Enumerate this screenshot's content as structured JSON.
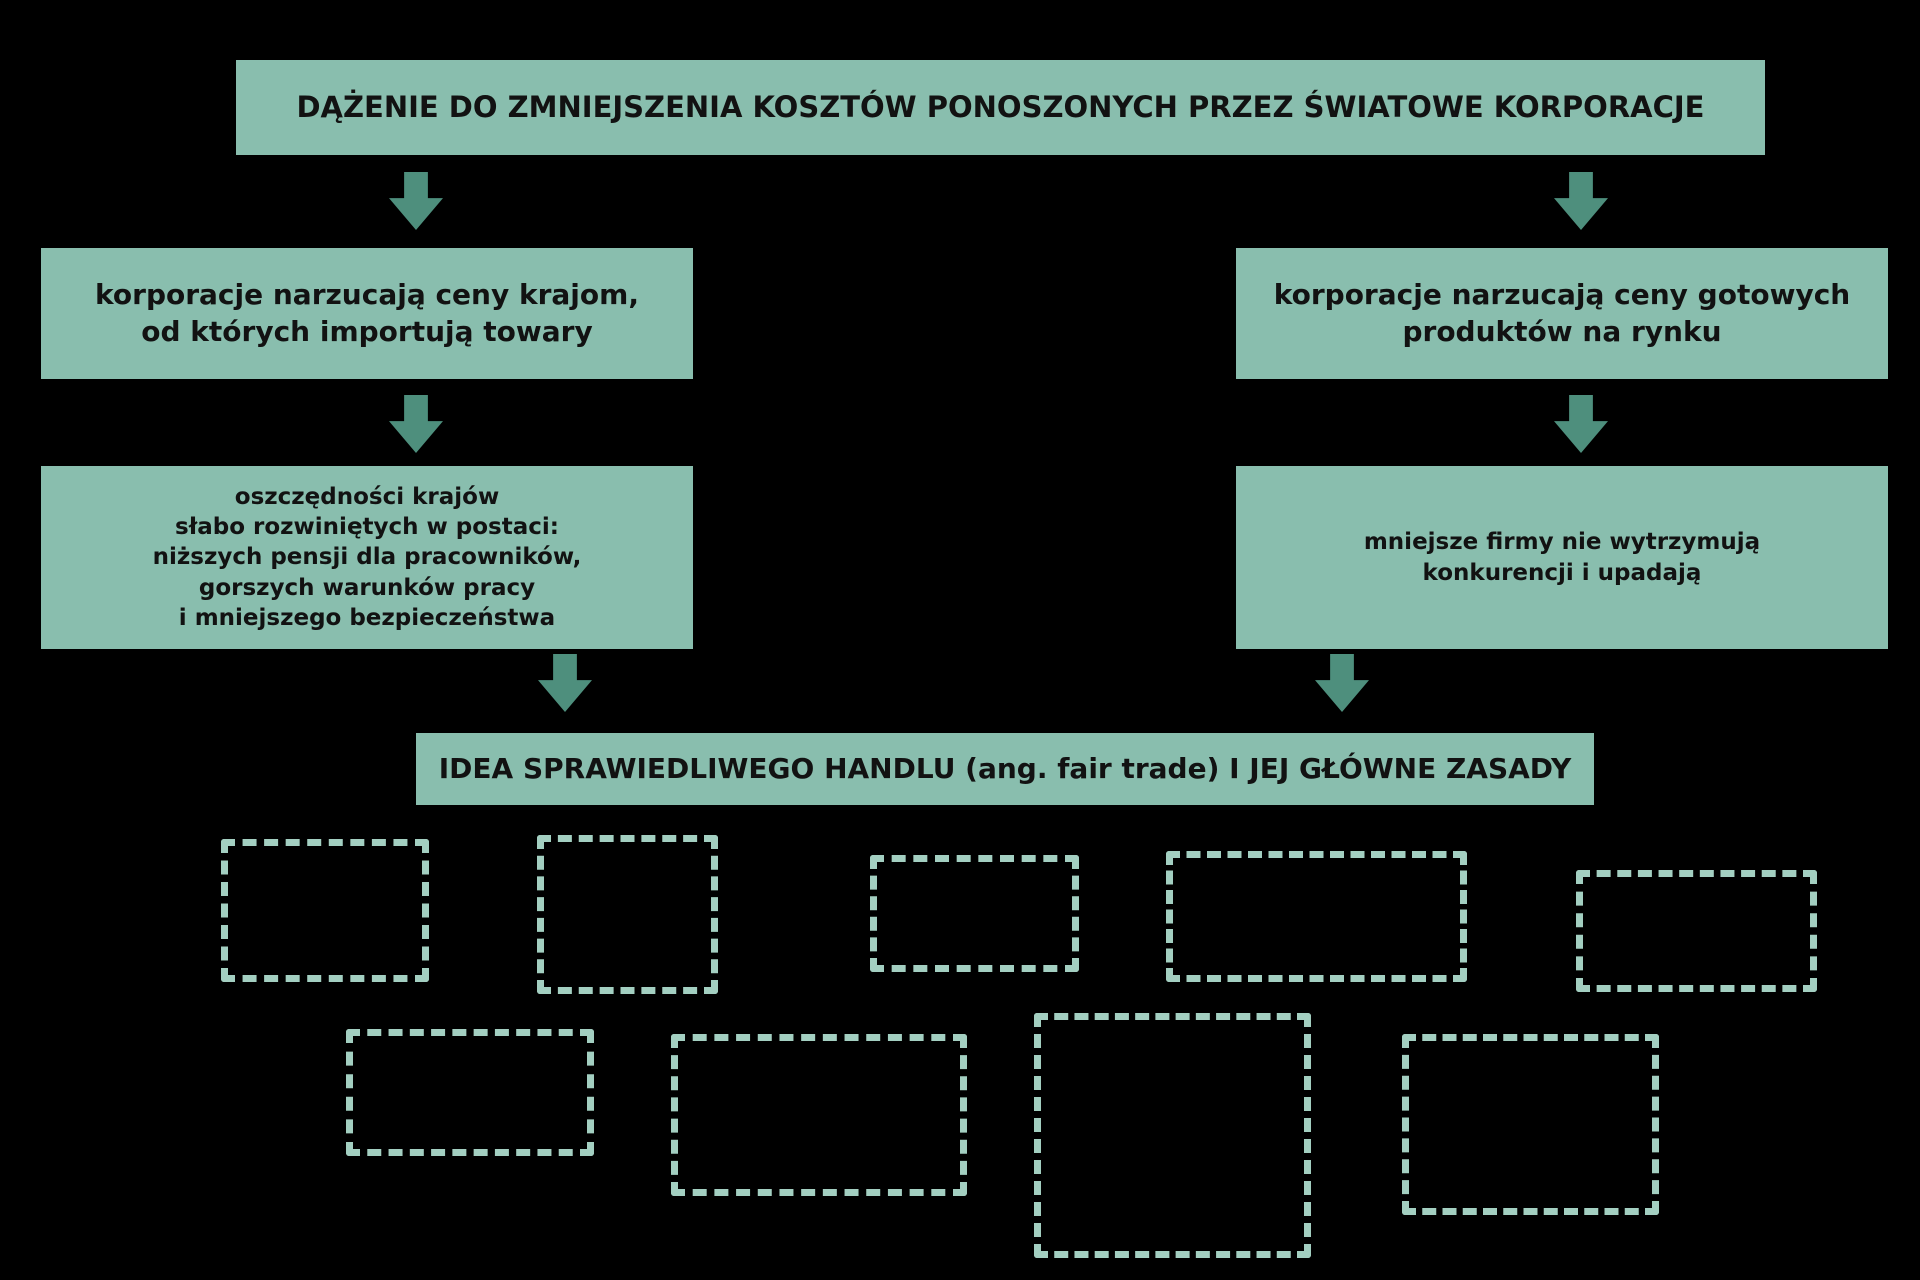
{
  "colors": {
    "background": "#000000",
    "box_fill": "#89beae",
    "arrow": "#4e8f7d",
    "dashed_border": "#a3cfc1",
    "text": "#121212"
  },
  "flowchart": {
    "top": {
      "label": "DĄŻENIE DO ZMNIEJSZENIA KOSZTÓW PONOSZONYCH PRZEZ ŚWIATOWE KORPORACJE"
    },
    "left_branch": {
      "label": "korporacje narzucają ceny krajom,\nod których importują towary"
    },
    "right_branch": {
      "label": "korporacje narzucają ceny gotowych\nproduktów na rynku"
    },
    "left_consequence": {
      "label": "oszczędności krajów\nsłabo rozwiniętych w postaci:\nniższych pensji dla pracowników,\ngorszych warunków pracy\ni mniejszego bezpieczeństwa"
    },
    "right_consequence": {
      "label": "mniejsze firmy nie wytrzymują\nkonkurencji i upadają"
    },
    "result": {
      "label": "IDEA SPRAWIEDLIWEGO HANDLU (ang. fair trade) I JEJ GŁÓWNE ZASADY"
    },
    "answer_slots": {
      "count": 9,
      "content": ""
    },
    "icons": {
      "down_arrow": "down-arrow-icon"
    }
  }
}
